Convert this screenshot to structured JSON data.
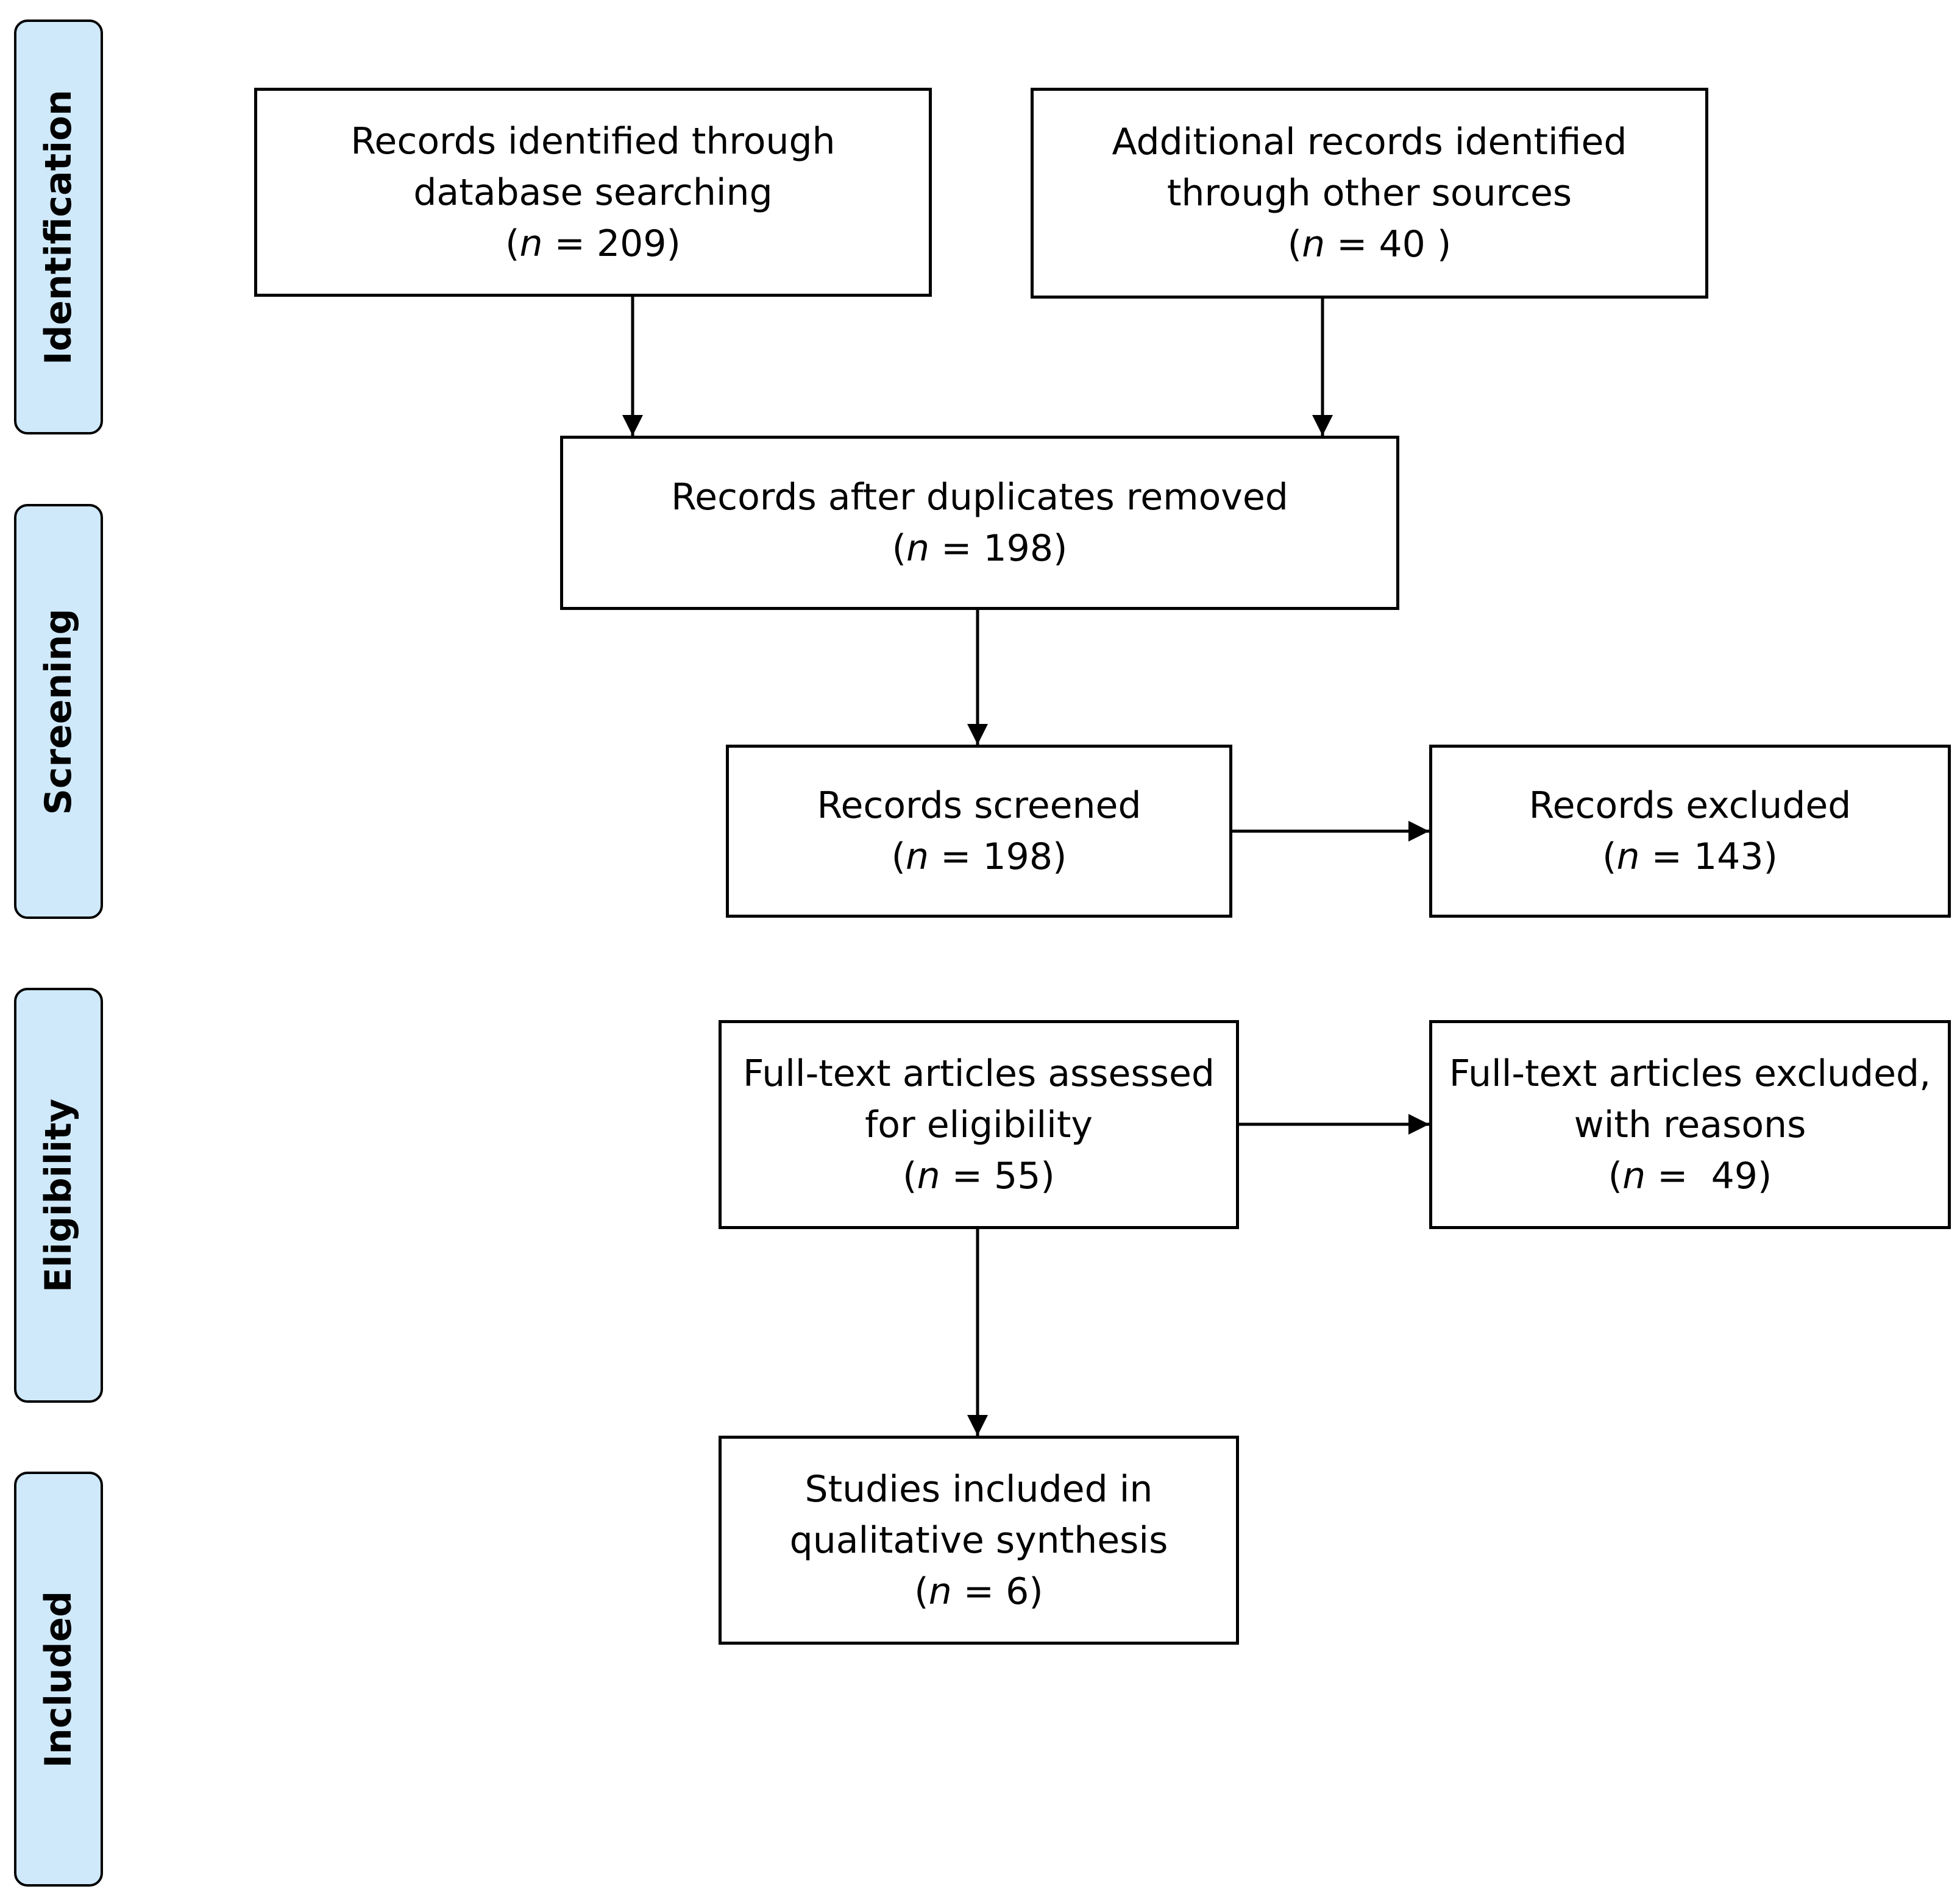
{
  "phases": {
    "identification": "Identification",
    "screening": "Screening",
    "eligibility": "Eligibility",
    "included": "Included"
  },
  "colors": {
    "phase_fill": "#cfe9fb",
    "border": "#000000",
    "background": "#ffffff"
  },
  "boxes": {
    "database": {
      "lines": [
        "Records identified through",
        "database searching"
      ],
      "count": {
        "open": "(",
        "var": "n",
        "rest": " = 209)"
      }
    },
    "other_sources": {
      "lines": [
        "Additional records identified",
        "through other sources"
      ],
      "count": {
        "open": "(",
        "var": "n",
        "rest": " = 40 )"
      }
    },
    "duplicates_removed": {
      "lines": [
        "Records after duplicates removed"
      ],
      "count": {
        "open": "(",
        "var": "n",
        "rest": " = 198)"
      }
    },
    "screened": {
      "lines": [
        "Records screened"
      ],
      "count": {
        "open": "(",
        "var": "n",
        "rest": " = 198)"
      }
    },
    "excluded": {
      "lines": [
        "Records excluded"
      ],
      "count": {
        "open": "(",
        "var": "n",
        "rest": " = 143)"
      }
    },
    "fulltext_assessed": {
      "lines": [
        "Full-text articles assessed",
        "for eligibility"
      ],
      "count": {
        "open": "(",
        "var": "n",
        "rest": " = 55)"
      }
    },
    "fulltext_excluded": {
      "lines": [
        "Full-text articles excluded,",
        "with reasons"
      ],
      "count": {
        "open": "(",
        "var": "n",
        "rest": " =  49)"
      }
    },
    "included_studies": {
      "lines": [
        "Studies included in",
        "qualitative synthesis"
      ],
      "count": {
        "open": "(",
        "var": "n",
        "rest": " = 6)"
      }
    }
  }
}
